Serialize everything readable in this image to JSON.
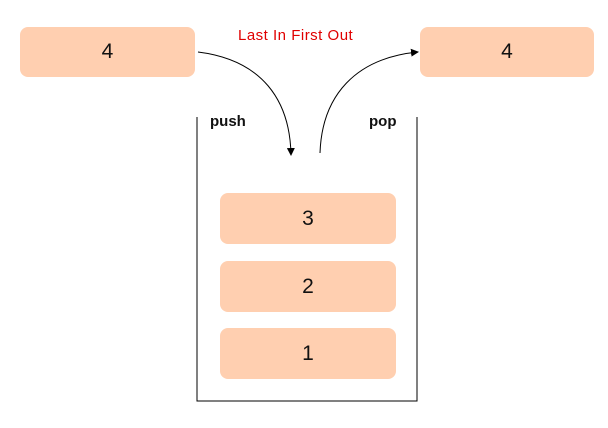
{
  "title": "Last In First Out",
  "push_label": "push",
  "pop_label": "pop",
  "incoming": "4",
  "outgoing": "4",
  "stack": [
    "3",
    "2",
    "1"
  ],
  "colors": {
    "box": "#ffcfb0",
    "title": "#e00000",
    "line": "#000000"
  }
}
